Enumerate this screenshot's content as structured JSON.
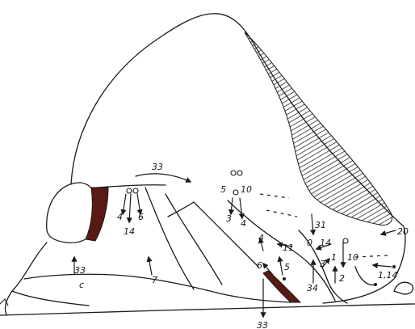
{
  "colors": {
    "ink": "#1a1a1a",
    "paper": "#ffffff",
    "dark_feature": "#5a1a14",
    "hatch": "#2a2a2a"
  },
  "labels": {
    "route_33_top": "33",
    "route_33_bottom": "33",
    "route_33_left": "33",
    "route_14_left": "14",
    "route_4_left": "4",
    "route_6_left": "6",
    "route_5_mid": "5",
    "route_10_mid": "10",
    "route_3_mid": "3",
    "route_4_mid": "4",
    "route_31": "31",
    "route_20": "20",
    "route_14_right": "14",
    "route_10_right": "10",
    "route_2": "2",
    "route_34": "34",
    "route_3_right": "3",
    "route_0": "0",
    "route_1_14": "1,14",
    "route_4_lower": "4",
    "route_11": "11",
    "route_5_lower": "5",
    "route_6_lower": "6",
    "route_7": "7",
    "route_c": "c",
    "route_1_small": "1"
  }
}
